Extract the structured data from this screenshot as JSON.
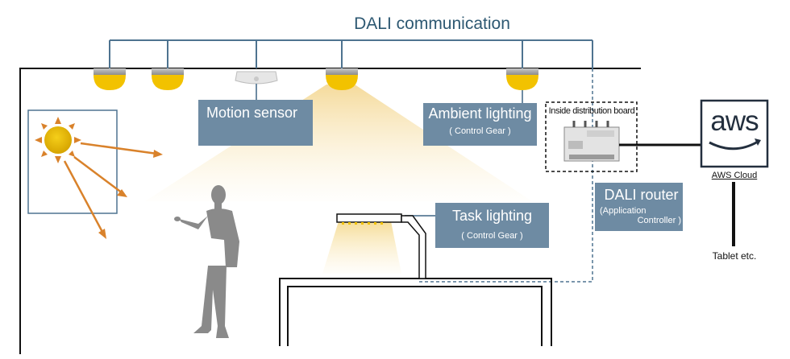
{
  "title": "DALI communication",
  "labels": {
    "motion_sensor": "Motion sensor",
    "ambient_lighting": "Ambient lighting",
    "ambient_sub": "( Control Gear )",
    "task_lighting": "Task lighting",
    "task_sub": "( Control Gear )",
    "distribution_board": "Inside distribution board",
    "dali_router": "DALI router",
    "router_sub_1": "(Application",
    "router_sub_2": "Controller )",
    "aws_logo": "aws",
    "aws_cloud": "AWS Cloud",
    "tablet": "Tablet etc."
  },
  "colors": {
    "bus_line": "#4e7390",
    "label_fill": "#6e8ba3",
    "lamp_gray": "#a9a9a9",
    "lamp_yellow": "#f2c200",
    "sun": "#e2b100",
    "ray": "#d9822b",
    "light_cone": "#f5d98c"
  }
}
